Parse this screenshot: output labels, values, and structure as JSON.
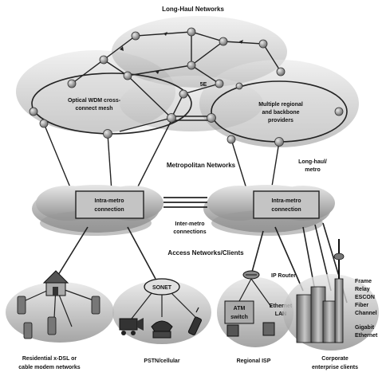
{
  "diagram": {
    "colors": {
      "cloud": "#d7d7d7",
      "cloud_dark": "#9a9a9a",
      "ring": "#222222",
      "node": "#8c8c8c",
      "ink": "#111111"
    },
    "sections": {
      "long_haul": "Long-Haul Networks",
      "metropolitan": "Metropolitan Networks",
      "access": "Access Networks/Clients"
    },
    "long_haul": {
      "optical_mesh": [
        "Optical WDM cross-",
        "connect mesh"
      ],
      "regional_providers": [
        "Multiple regional",
        "and backbone",
        "providers"
      ],
      "link_label": "5E"
    },
    "metro": {
      "long_haul_metro": [
        "Long-haul/",
        "metro"
      ],
      "left_box": [
        "Intra-metro",
        "connection"
      ],
      "right_box": [
        "Intra-metro",
        "connection"
      ],
      "inter_metro": [
        "Inter-metro",
        "connections"
      ]
    },
    "access": {
      "sonet": "SONET",
      "ip_router": "IP Router",
      "atm_switch": [
        "ATM",
        "switch"
      ],
      "ethernet_lan": [
        "Ethernet",
        "LAN"
      ],
      "frame_relay": [
        "Frame",
        "Relay",
        "ESCON",
        "Fiber",
        "Channel"
      ],
      "gigabit_ethernet": [
        "Gigabit",
        "Ethernet"
      ]
    },
    "captions": {
      "residential": [
        "Residential x-DSL or",
        "cable modem networks"
      ],
      "pstn": "PSTN/cellular",
      "regional_isp": "Regional ISP",
      "corporate": [
        "Corporate",
        "enterprise clients"
      ]
    }
  }
}
